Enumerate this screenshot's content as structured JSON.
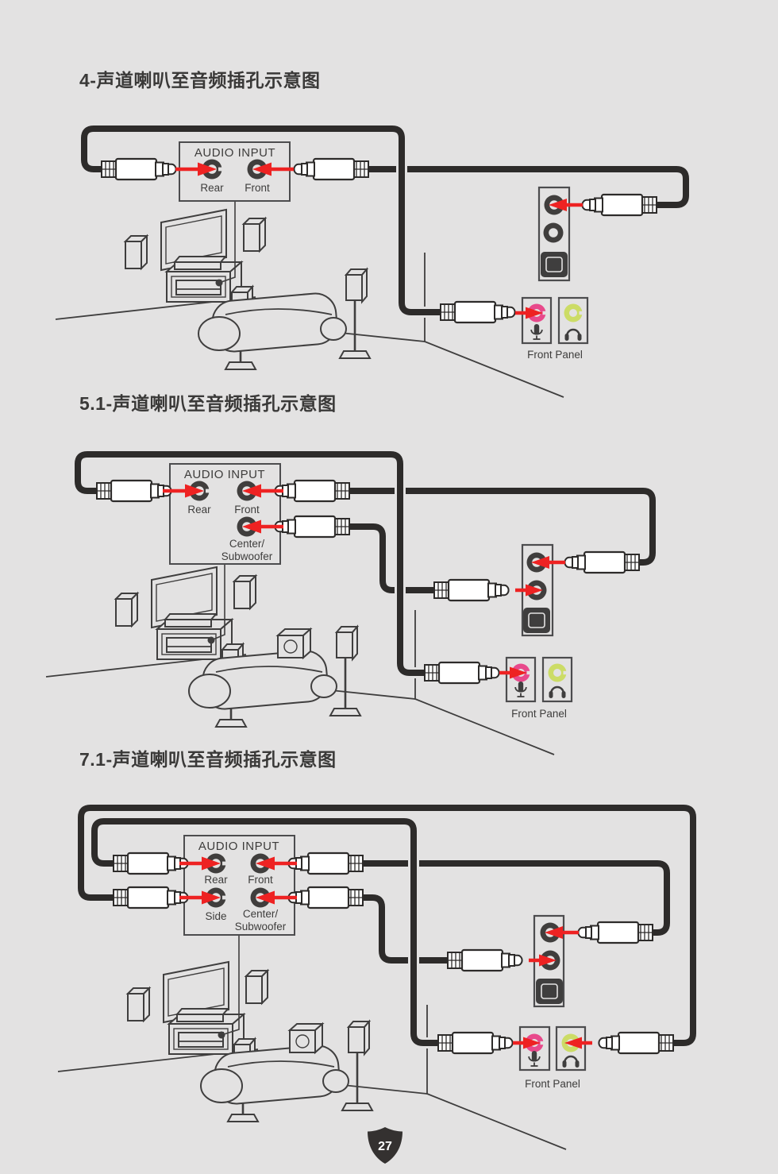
{
  "page": {
    "page_number": "27"
  },
  "colors": {
    "bg": "#e3e2e2",
    "cable": "#2d2b2a",
    "line": "#3f3e3e",
    "ring": "#403e3d",
    "red": "#ee2222",
    "pink": "#e8498b",
    "green": "#ccdc66",
    "panel": "#4c4c4e",
    "text": "#3e3d3c",
    "title": "#3a3938",
    "shield": "#343130"
  },
  "icons": {
    "microphone": "microphone-icon",
    "headphones": "headphones-icon",
    "optical": "optical-spdif-port-icon",
    "arrow": "red-arrow-icon"
  },
  "sections": [
    {
      "id": "4-channel",
      "title": "4-声道喇叭至音频插孔示意图",
      "audio_input": {
        "title": "AUDIO INPUT",
        "jacks": {
          "rear": "Rear",
          "front": "Front"
        }
      },
      "front_panel": {
        "label": "Front Panel"
      }
    },
    {
      "id": "5.1-channel",
      "title": "5.1-声道喇叭至音频插孔示意图",
      "audio_input": {
        "title": "AUDIO INPUT",
        "jacks": {
          "rear": "Rear",
          "front": "Front",
          "center": "Center/",
          "subwoofer": "Subwoofer"
        }
      },
      "front_panel": {
        "label": "Front Panel"
      }
    },
    {
      "id": "7.1-channel",
      "title": "7.1-声道喇叭至音频插孔示意图",
      "audio_input": {
        "title": "AUDIO INPUT",
        "jacks": {
          "rear": "Rear",
          "front": "Front",
          "side": "Side",
          "center": "Center/",
          "subwoofer": "Subwoofer"
        }
      },
      "front_panel": {
        "label": "Front Panel"
      }
    }
  ]
}
